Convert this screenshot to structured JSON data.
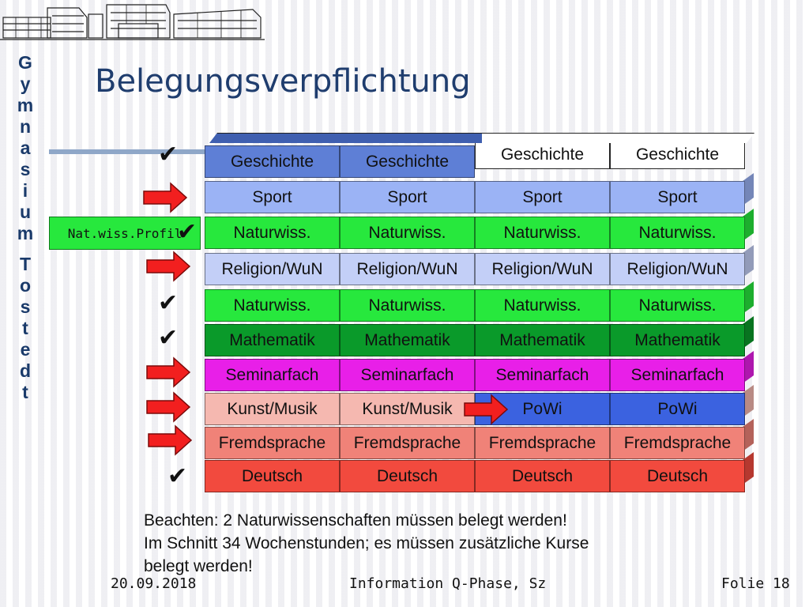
{
  "title": "Belegungsverpflichtung",
  "side_letters": [
    "G",
    "y",
    "m",
    "n",
    "a",
    "s",
    "i",
    "u",
    "m",
    "T",
    "o",
    "s",
    "t",
    "e",
    "d",
    "t"
  ],
  "profile_label": "Nat.wiss.Profil",
  "rows": [
    {
      "cells": [
        "Geschichte",
        "Geschichte",
        "Geschichte",
        "Geschichte"
      ],
      "color": "#5e7fd6"
    },
    {
      "cells": [
        "Sport",
        "Sport",
        "Sport",
        "Sport"
      ],
      "color": "#9bb3f5"
    },
    {
      "cells": [
        "Naturwiss.",
        "Naturwiss.",
        "Naturwiss.",
        "Naturwiss."
      ],
      "color": "#27e83d"
    },
    {
      "cells": [
        "Religion/WuN",
        "Religion/WuN",
        "Religion/WuN",
        "Religion/WuN"
      ],
      "color": "#c3cff7"
    },
    {
      "cells": [
        "Naturwiss.",
        "Naturwiss.",
        "Naturwiss.",
        "Naturwiss."
      ],
      "color": "#27e83d"
    },
    {
      "cells": [
        "Mathematik",
        "Mathematik",
        "Mathematik",
        "Mathematik"
      ],
      "color": "#0a9a2a"
    },
    {
      "cells": [
        "Seminarfach",
        "Seminarfach",
        "Seminarfach",
        "Seminarfach"
      ],
      "color": "#e81fe8"
    },
    {
      "cells": [
        "Kunst/Musik",
        "Kunst/Musik",
        "PoWi",
        "PoWi"
      ],
      "color": "#f5b8b0"
    },
    {
      "cells": [
        "Fremdsprache",
        "Fremdsprache",
        "Fremdsprache",
        "Fremdsprache"
      ],
      "color": "#f08278"
    },
    {
      "cells": [
        "Deutsch",
        "Deutsch",
        "Deutsch",
        "Deutsch"
      ],
      "color": "#f24a3e"
    }
  ],
  "notes": {
    "line1": "Beachten: 2 Naturwissenschaften müssen belegt werden!",
    "line2": "Im Schnitt 34 Wochenstunden; es müssen zusätzliche Kurse",
    "line3": "belegt werden!"
  },
  "footer": {
    "date": "20.09.2018",
    "info": "Information Q-Phase, Sz",
    "folie": "Folie 18"
  },
  "check_glyph": "✔"
}
